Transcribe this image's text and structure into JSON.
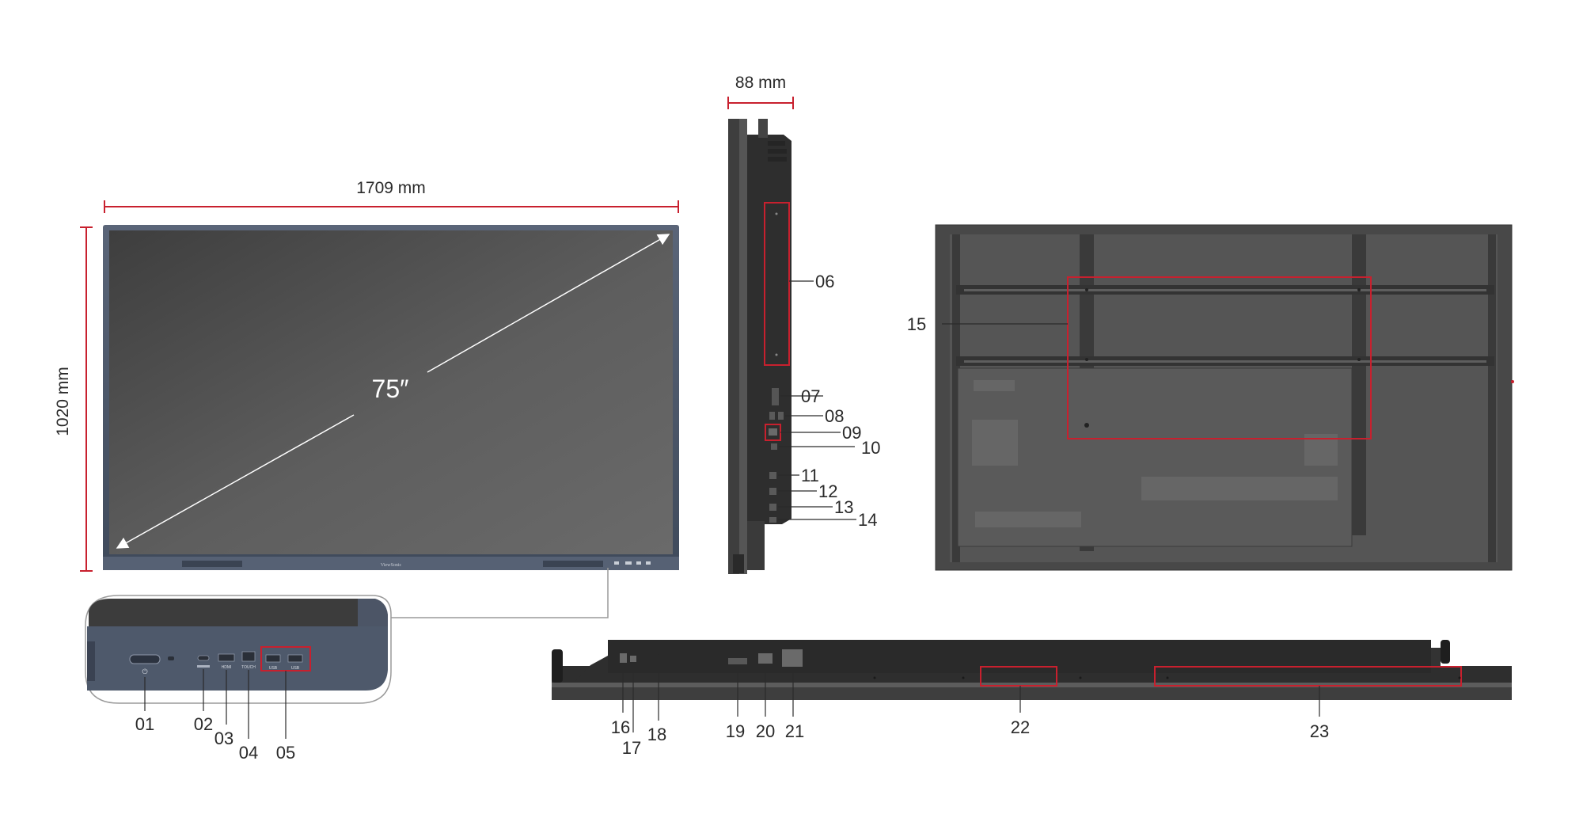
{
  "dimensions": {
    "width": "1709 mm",
    "height": "1020 mm",
    "depth": "88 mm",
    "diagonal": "75″"
  },
  "brand": "ViewSonic",
  "front_ports": {
    "labels": [
      "HDMI",
      "TOUCH",
      "USB",
      "USB"
    ]
  },
  "callouts": [
    "01",
    "02",
    "03",
    "04",
    "05",
    "06",
    "07",
    "08",
    "09",
    "10",
    "11",
    "12",
    "13",
    "14",
    "15",
    "16",
    "17",
    "18",
    "19",
    "20",
    "21",
    "22",
    "23"
  ],
  "colors": {
    "accent": "#c8202e",
    "bezel": "#4a5567",
    "screen": "#5c5c5c",
    "back_panel": "#4e4e4e"
  }
}
